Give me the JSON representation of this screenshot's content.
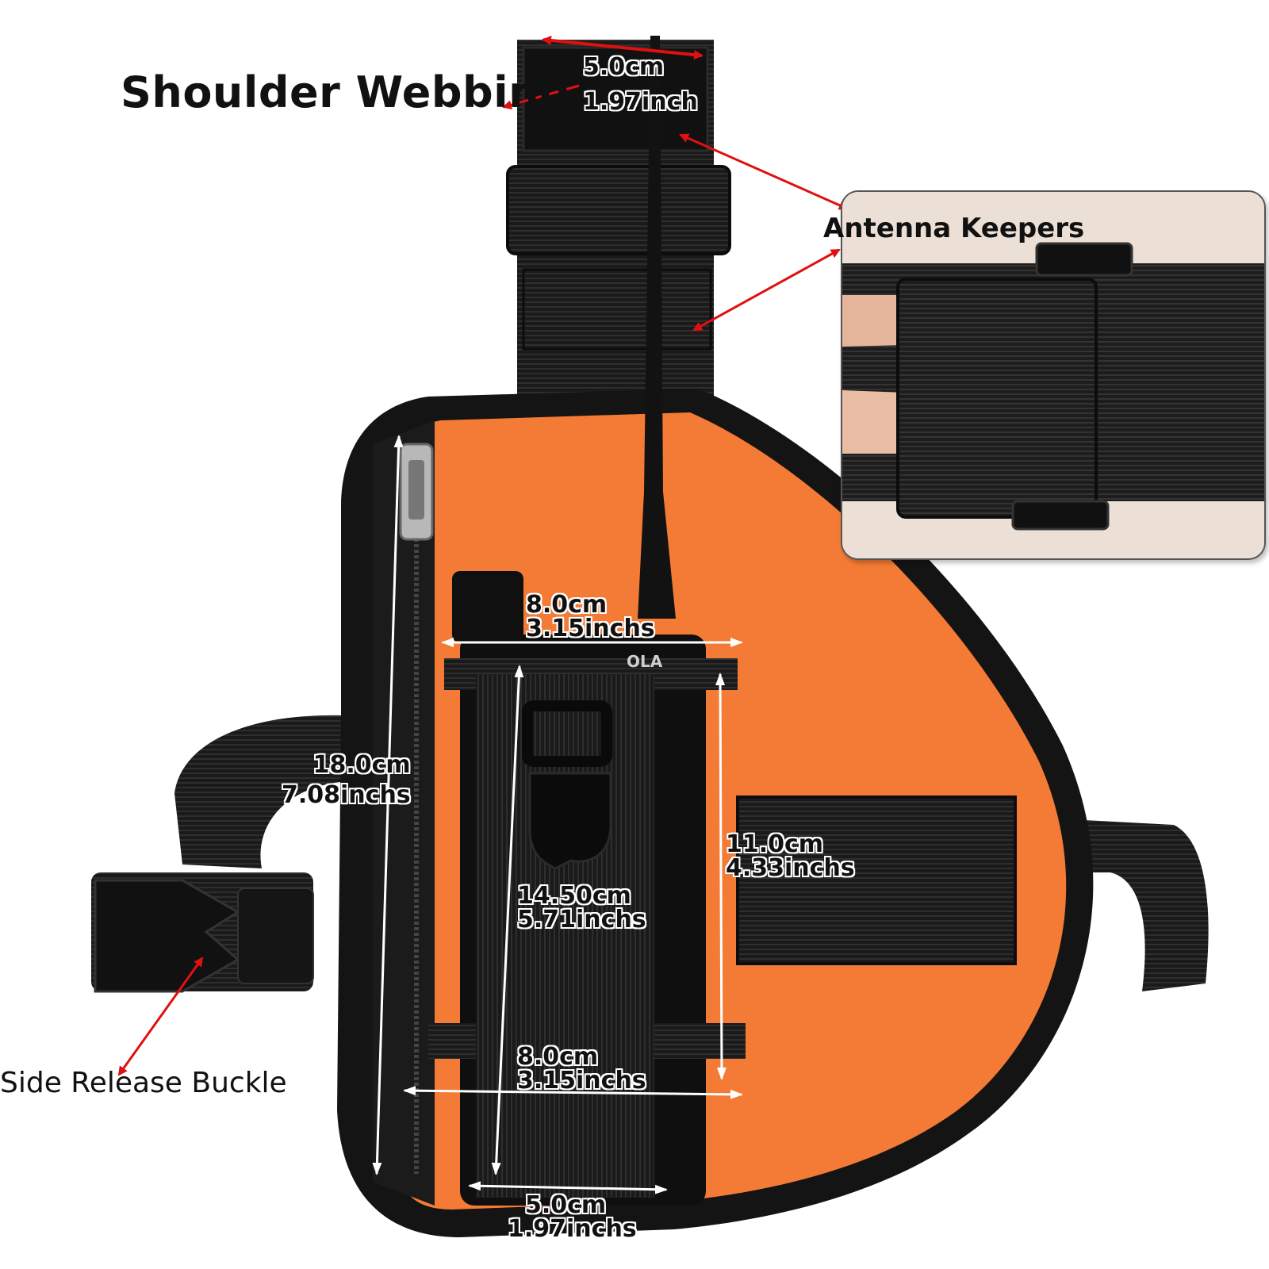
{
  "labels": {
    "shoulder_webbing": "Shoulder Webbing",
    "antenna_keepers": "Antenna Keepers",
    "side_release_buckle": "Side Release Buckle"
  },
  "dimensions": {
    "shoulder_width": {
      "cm": "5.0cm",
      "inch": "1.97inch"
    },
    "top_width": {
      "cm": "8.0cm",
      "inch": "3.15inchs"
    },
    "pocket_height": {
      "cm": "18.0cm",
      "inch": "7.08inchs"
    },
    "side_height": {
      "cm": "11.0cm",
      "inch": "4.33inchs"
    },
    "strap_height": {
      "cm": "14.50cm",
      "inch": "5.71inchs"
    },
    "bottom_width": {
      "cm": "8.0cm",
      "inch": "3.15inchs"
    },
    "base_width": {
      "cm": "5.0cm",
      "inch": "1.97inchs"
    }
  },
  "colors": {
    "orange": "#f47b35",
    "webbing": "#161616",
    "arrow_red": "#e01010",
    "dimension_line": "#ffffff"
  },
  "product_marking": "OLA"
}
